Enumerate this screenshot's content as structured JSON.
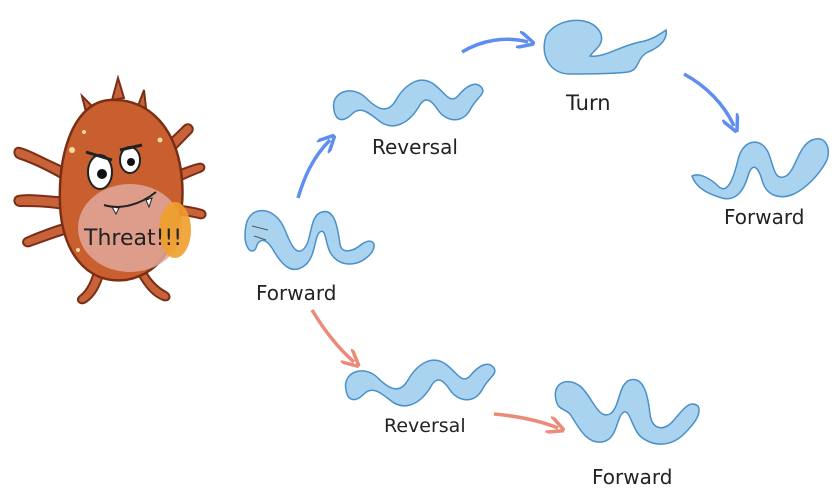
{
  "threat_label": "Threat!!!",
  "labels": {
    "forward_start": "Forward",
    "reversal_top": "Reversal",
    "turn": "Turn",
    "forward_top": "Forward",
    "reversal_bottom": "Reversal",
    "forward_bottom": "Forward"
  },
  "colors": {
    "worm_fill": "#a9d3ee",
    "worm_stroke": "#4a90c8",
    "arrow_top": "#5f8ef0",
    "arrow_bottom": "#ec8a78",
    "bacterium_body": "#c95e2e",
    "bacterium_outline": "#7a2e14",
    "bacterium_spikes": "#c8623a"
  }
}
